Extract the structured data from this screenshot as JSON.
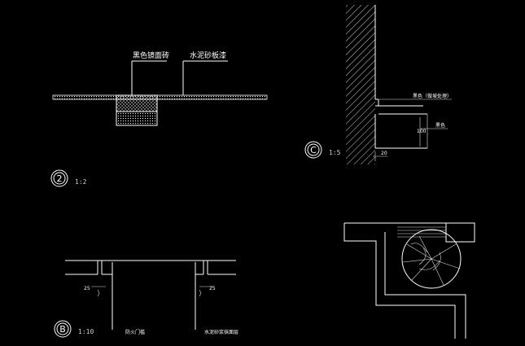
{
  "detail_a": {
    "label_1": "黑色镜面砖",
    "label_2": "水泥砂板漆",
    "tag": "2",
    "scale": "1:2"
  },
  "detail_c": {
    "tag": "C",
    "scale": "1:5",
    "note_1": "黑色（做坡处理）",
    "note_2": "黑色",
    "dim_1": "20",
    "dim_2": "100"
  },
  "detail_b": {
    "tag": "B",
    "scale": "1:10",
    "label_left": "防火门槛",
    "label_right": "水泥砂浆抹面层",
    "dim_left": "25",
    "dim_right": "25"
  }
}
